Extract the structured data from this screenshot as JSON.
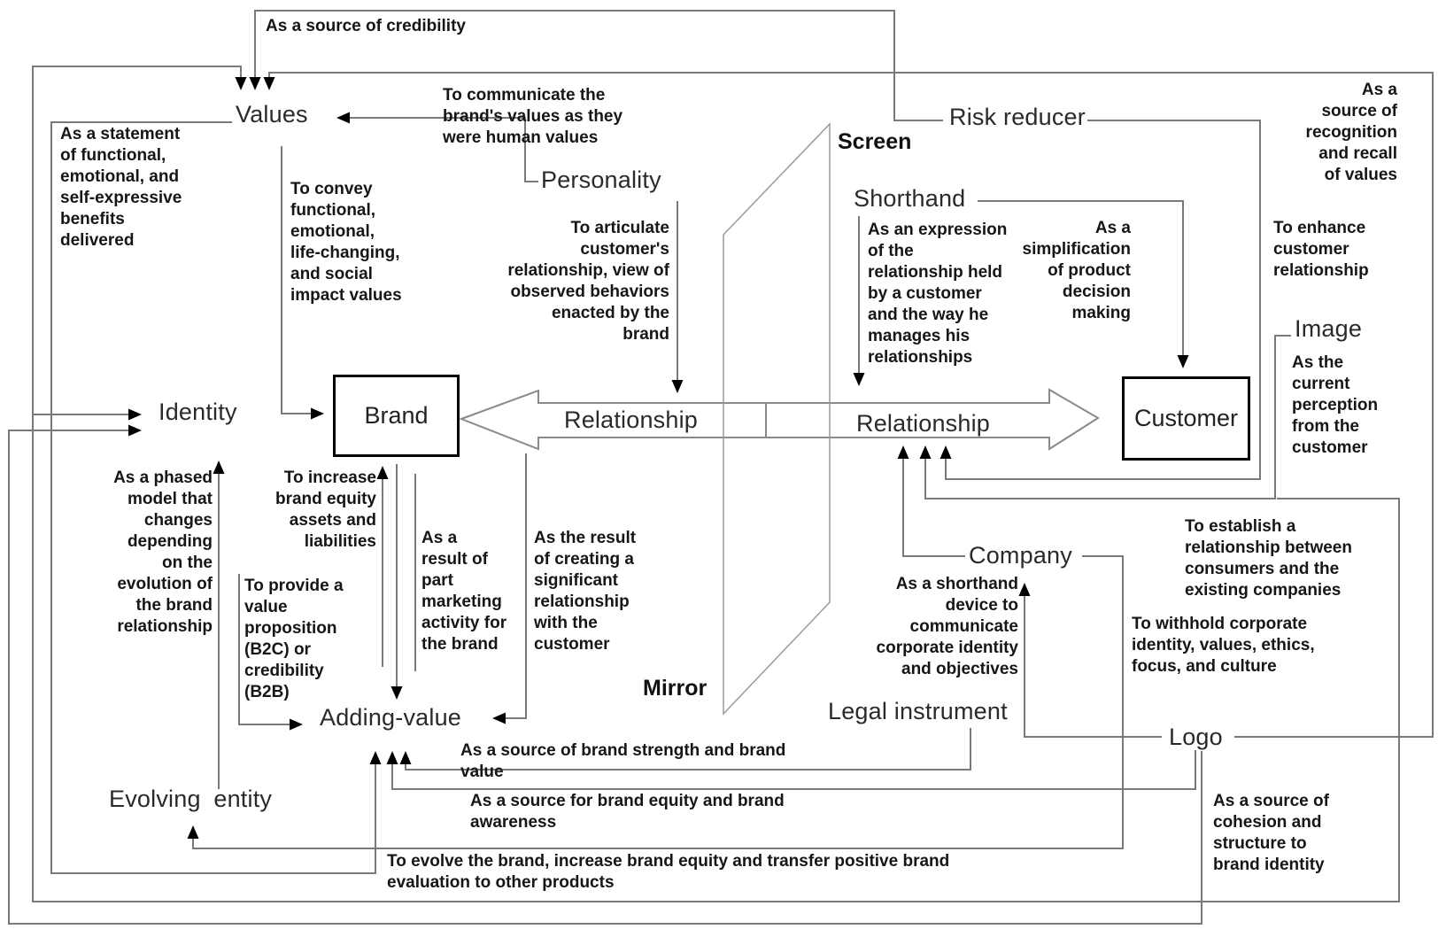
{
  "labels": {
    "values": "Values",
    "personality": "Personality",
    "identity": "Identity",
    "brand": "Brand",
    "relationship_left": "Relationship",
    "relationship_right": "Relationship",
    "customer": "Customer",
    "image": "Image",
    "company": "Company",
    "legal_instrument": "Legal instrument",
    "logo": "Logo",
    "adding_value": "Adding-value",
    "evolving_entity": "Evolving entity",
    "risk_reducer": "Risk reducer",
    "shorthand": "Shorthand",
    "screen": "Screen",
    "mirror": "Mirror"
  },
  "ann": {
    "credibility": "As a source of credibility",
    "statement": "As a statement\nof functional,\nemotional, and\nself-expressive\nbenefits\ndelivered",
    "communicate": "To communicate the\nbrand's values as they\nwere human values",
    "convey": "To convey\nfunctional,\nemotional,\nlife-changing,\nand social\nimpact values",
    "articulate": "To articulate\ncustomer's\nrelationship, view of\nobserved behaviors\nenacted by the\nbrand",
    "expression": "As an expression\nof the\nrelationship held\nby a customer\nand the way he\nmanages his\nrelationships",
    "simplification": "As a\nsimplification\nof product\ndecision\nmaking",
    "recognition": "As a\nsource of\nrecognition\nand recall\nof values",
    "enhance": "To enhance\ncustomer\nrelationship",
    "perception": "As the\ncurrent\nperception\nfrom the\ncustomer",
    "establish": "To establish a\nrelationship between\nconsumers and the\nexisting companies",
    "withhold": "To withhold corporate\nidentity, values, ethics,\nfocus, and culture",
    "shorthand_device": "As a shorthand\ndevice to\ncommunicate\ncorporate identity\nand objectives",
    "phased": "As a phased\nmodel that\nchanges\ndepending\non the\nevolution of\nthe brand\nrelationship",
    "increase": "To increase\nbrand equity\nassets and\nliabilities",
    "provide": "To provide a\nvalue\nproposition\n(B2C) or\ncredibility\n(B2B)",
    "result_marketing": "As a\nresult of\npart\nmarketing\nactivity for\nthe brand",
    "result_creating": "As the result\nof creating a\nsignificant\nrelationship\nwith the\ncustomer",
    "strength": "As a source of brand strength and brand value",
    "equity_awareness": "As a source for brand equity and brand awareness",
    "evolve": "To evolve the brand, increase brand equity and transfer positive brand\nevaluation to other products",
    "cohesion": "As a source of\ncohesion and\nstructure to\nbrand identity"
  }
}
